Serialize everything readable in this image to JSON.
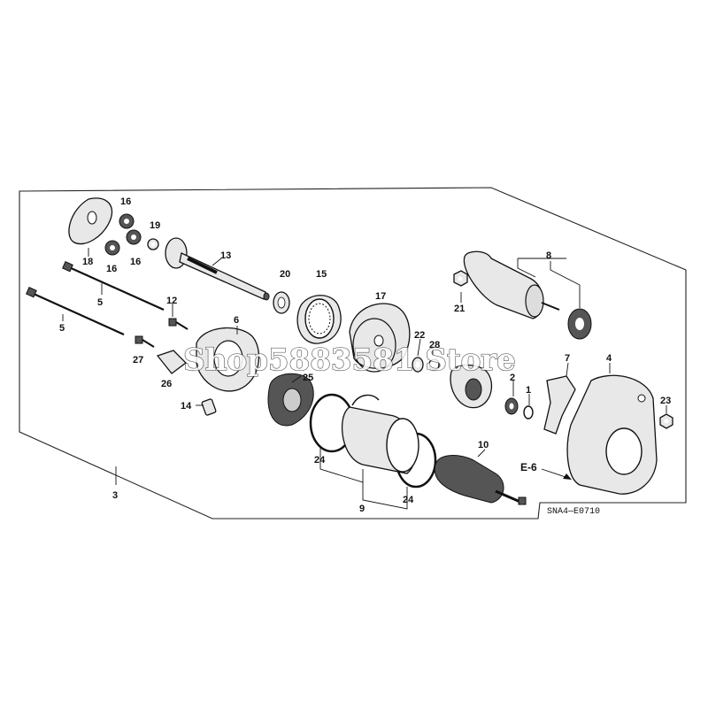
{
  "labels": {
    "p1": "1",
    "p2": "2",
    "p3": "3",
    "p4": "4",
    "p5a": "5",
    "p5b": "5",
    "p6": "6",
    "p7": "7",
    "p8": "8",
    "p9": "9",
    "p10": "10",
    "p12": "12",
    "p13": "13",
    "p14": "14",
    "p15": "15",
    "p16a": "16",
    "p16b": "16",
    "p16c": "16",
    "p17": "17",
    "p18": "18",
    "p19": "19",
    "p20": "20",
    "p21": "21",
    "p22": "22",
    "p23": "23",
    "p24a": "24",
    "p24b": "24",
    "p25": "25",
    "p26": "26",
    "p27": "27",
    "p28": "28"
  },
  "reference": "E-6",
  "diagram_code": "SNA4—E0710",
  "watermark": "Shop5883581 Store"
}
